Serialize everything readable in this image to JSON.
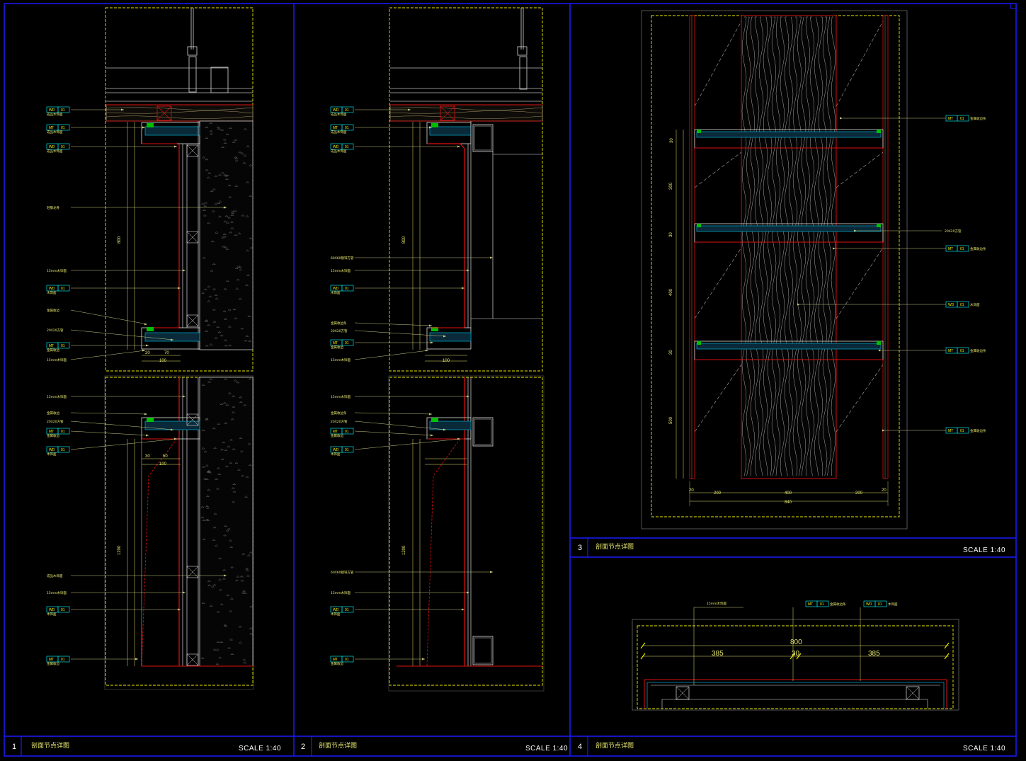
{
  "sheet": {
    "border_color": "#1a1aff",
    "accent_colors": {
      "yellow": "#e8e800",
      "red": "#e01010",
      "cyan": "#00e0e0",
      "white": "#ffffff",
      "khaki": "#a09060"
    }
  },
  "panels": [
    {
      "num": "1",
      "title": "剖面节点详图",
      "scale": "SCALE 1:40"
    },
    {
      "num": "2",
      "title": "剖面节点详图",
      "scale": "SCALE 1:40"
    },
    {
      "num": "3",
      "title": "剖面节点详图",
      "scale": "SCALE 1:40"
    },
    {
      "num": "4",
      "title": "剖面节点详图",
      "scale": "SCALE 1:40"
    }
  ],
  "tags": {
    "wd": "WD",
    "mt": "MT",
    "code": "01"
  },
  "notes": {
    "p1": [
      "成品木饰面",
      "石材",
      "轻钢龙骨",
      "15mm木饰面",
      "木饰面",
      "金属收边",
      "20X20方管",
      "金属收边",
      "15mm木饰面"
    ],
    "p1b": [
      "15mm木饰面",
      "金属收边",
      "20X20方管",
      "金属收边",
      "木饰面",
      "成品木饰面",
      "15mm木饰面",
      "木饰面",
      "金属收边"
    ],
    "p2": [
      "60X60镀锌方管",
      "15mm木饰面",
      "木饰面",
      "金属收边条",
      "20X20方管",
      "金属收边",
      "15mm木饰面"
    ],
    "p2b": [
      "15mm木饰面",
      "金属收边条",
      "20X20方管",
      "金属收边",
      "木饰面",
      "60X60镀锌方管",
      "15mm木饰面",
      "木饰面",
      "金属收边"
    ],
    "p3": [
      "金属收边条",
      "20X20方管",
      "金属收边条",
      "木饰面",
      "金属收边条",
      "金属收边条"
    ],
    "p4": [
      "15mm木饰面",
      "金属收边条",
      "木饰面"
    ]
  },
  "dims": {
    "p3_vertical": [
      "30",
      "300",
      "30",
      "400",
      "30",
      "500"
    ],
    "p3_bottom": [
      "20",
      "200",
      "400",
      "200",
      "20"
    ],
    "p3_total": "840",
    "p4_total": "800",
    "p4_parts": [
      "385",
      "30",
      "385"
    ],
    "p1_small": [
      "20",
      "70",
      "100",
      "30",
      "50",
      "100",
      "1200",
      "800"
    ]
  }
}
